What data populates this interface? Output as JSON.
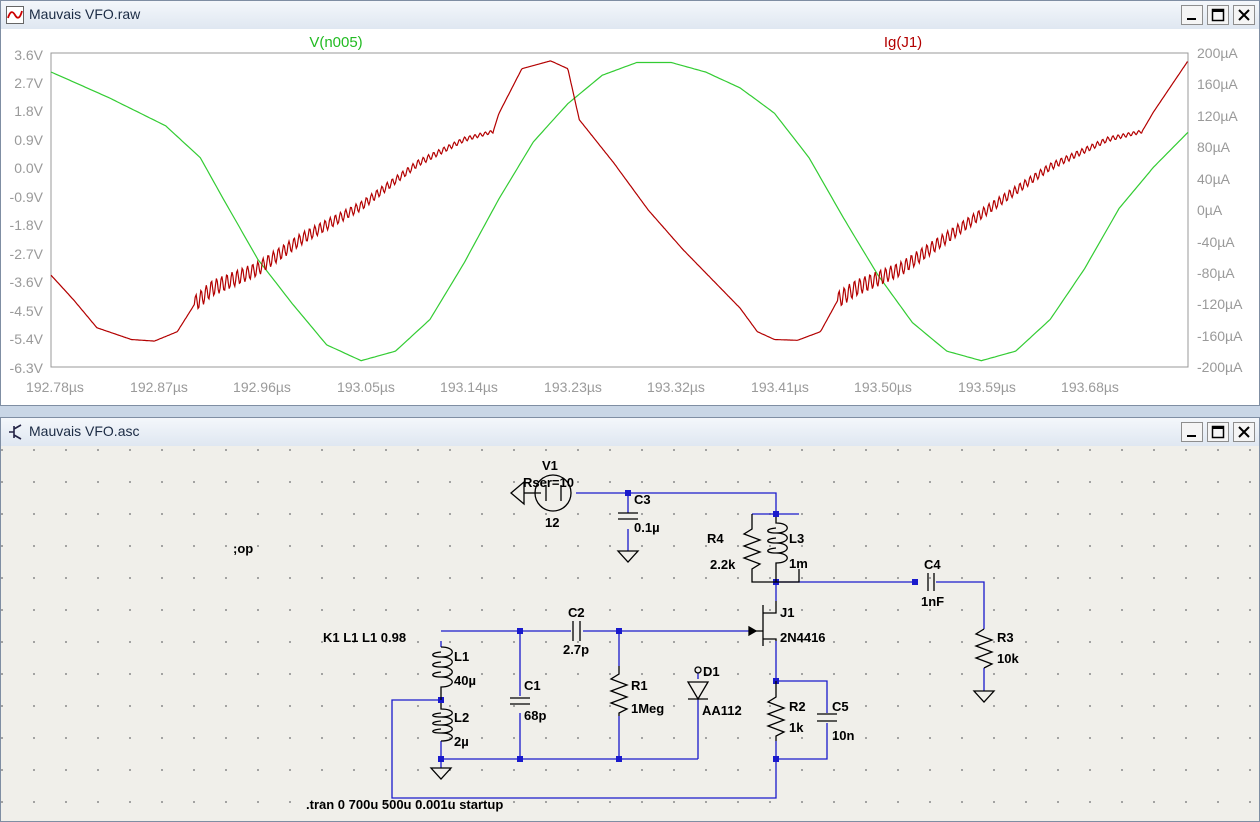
{
  "plot_window": {
    "title": "Mauvais VFO.raw",
    "icon": "waveform-icon"
  },
  "schematic_window": {
    "title": "Mauvais VFO.asc",
    "icon": "schematic-icon"
  },
  "window_buttons": {
    "minimize": "minimize-icon",
    "maximize": "maximize-icon",
    "close": "close-icon"
  },
  "colors": {
    "trace_voltage": "#33cc33",
    "trace_current": "#b30000",
    "wire": "#0000cc",
    "component": "#000000",
    "schematic_bg": "#f0efea"
  },
  "chart_data": {
    "type": "line",
    "series": [
      {
        "name": "V(n005)",
        "axis": "left",
        "color": "#33cc33"
      },
      {
        "name": "Ig(J1)",
        "axis": "right",
        "color": "#b30000"
      }
    ],
    "x_ticks": [
      "192.78µs",
      "192.87µs",
      "192.96µs",
      "193.05µs",
      "193.14µs",
      "193.23µs",
      "193.32µs",
      "193.41µs",
      "193.50µs",
      "193.59µs",
      "193.68µs"
    ],
    "y_left_ticks": [
      "3.6V",
      "2.7V",
      "1.8V",
      "0.9V",
      "0.0V",
      "-0.9V",
      "-1.8V",
      "-2.7V",
      "-3.6V",
      "-4.5V",
      "-5.4V",
      "-6.3V"
    ],
    "y_right_ticks": [
      "200µA",
      "160µA",
      "120µA",
      "80µA",
      "40µA",
      "0µA",
      "-40µA",
      "-80µA",
      "-120µA",
      "-160µA",
      "-200µA"
    ],
    "xlim_us": [
      192.78,
      193.77
    ],
    "ylim_left": [
      -6.3,
      3.6
    ],
    "ylim_right": [
      -200,
      200
    ],
    "voltage_points": [
      [
        192.78,
        3.0
      ],
      [
        192.83,
        2.2
      ],
      [
        192.88,
        1.3
      ],
      [
        192.91,
        0.3
      ],
      [
        192.93,
        -1.0
      ],
      [
        192.96,
        -2.9
      ],
      [
        192.99,
        -4.3
      ],
      [
        193.02,
        -5.6
      ],
      [
        193.05,
        -6.1
      ],
      [
        193.08,
        -5.8
      ],
      [
        193.11,
        -4.8
      ],
      [
        193.14,
        -3.0
      ],
      [
        193.17,
        -1.0
      ],
      [
        193.2,
        0.8
      ],
      [
        193.23,
        2.0
      ],
      [
        193.26,
        2.9
      ],
      [
        193.29,
        3.3
      ],
      [
        193.32,
        3.3
      ],
      [
        193.35,
        3.0
      ],
      [
        193.38,
        2.5
      ],
      [
        193.41,
        1.7
      ],
      [
        193.44,
        0.3
      ],
      [
        193.47,
        -1.6
      ],
      [
        193.5,
        -3.4
      ],
      [
        193.53,
        -4.9
      ],
      [
        193.56,
        -5.8
      ],
      [
        193.59,
        -6.1
      ],
      [
        193.62,
        -5.8
      ],
      [
        193.65,
        -4.8
      ],
      [
        193.68,
        -3.2
      ],
      [
        193.71,
        -1.3
      ],
      [
        193.74,
        0.0
      ],
      [
        193.77,
        1.1
      ]
    ],
    "current_points": [
      [
        192.78,
        -83
      ],
      [
        192.8,
        -115
      ],
      [
        192.82,
        -150
      ],
      [
        192.85,
        -165
      ],
      [
        192.87,
        -167
      ],
      [
        192.89,
        -155
      ],
      [
        192.905,
        -120
      ],
      [
        192.92,
        -100
      ],
      [
        192.96,
        -75
      ],
      [
        193.0,
        -35
      ],
      [
        193.05,
        5
      ],
      [
        193.1,
        60
      ],
      [
        193.14,
        90
      ],
      [
        193.165,
        100
      ],
      [
        193.17,
        123
      ],
      [
        193.19,
        180
      ],
      [
        193.215,
        190
      ],
      [
        193.23,
        180
      ],
      [
        193.24,
        115
      ],
      [
        193.27,
        60
      ],
      [
        193.3,
        0
      ],
      [
        193.33,
        -50
      ],
      [
        193.36,
        -95
      ],
      [
        193.38,
        -125
      ],
      [
        193.395,
        -155
      ],
      [
        193.41,
        -165
      ],
      [
        193.43,
        -166
      ],
      [
        193.45,
        -155
      ],
      [
        193.465,
        -115
      ],
      [
        193.48,
        -100
      ],
      [
        193.52,
        -75
      ],
      [
        193.56,
        -35
      ],
      [
        193.6,
        5
      ],
      [
        193.65,
        55
      ],
      [
        193.7,
        90
      ],
      [
        193.73,
        100
      ],
      [
        193.74,
        125
      ],
      [
        193.77,
        190
      ]
    ]
  },
  "schematic": {
    "components": {
      "v1": {
        "name": "V1",
        "param": "Rser=10",
        "value": "12"
      },
      "c3": {
        "name": "C3",
        "value": "0.1µ"
      },
      "r4": {
        "name": "R4",
        "value": "2.2k"
      },
      "l3": {
        "name": "L3",
        "value": "1m"
      },
      "c4": {
        "name": "C4",
        "value": "1nF"
      },
      "r3": {
        "name": "R3",
        "value": "10k"
      },
      "j1": {
        "name": "J1",
        "value": "2N4416"
      },
      "c2": {
        "name": "C2",
        "value": "2.7p"
      },
      "l1": {
        "name": "L1",
        "value": "40µ"
      },
      "l2": {
        "name": "L2",
        "value": "2µ"
      },
      "c1": {
        "name": "C1",
        "value": "68p"
      },
      "r1": {
        "name": "R1",
        "value": "1Meg"
      },
      "d1": {
        "name": "D1",
        "value": "AA112"
      },
      "r2": {
        "name": "R2",
        "value": "1k"
      },
      "c5": {
        "name": "C5",
        "value": "10n"
      }
    },
    "directives": {
      "op": ";op",
      "coupling": "K1 L1 L1 0.98",
      "tran": ".tran 0 700u 500u 0.001u startup"
    }
  }
}
